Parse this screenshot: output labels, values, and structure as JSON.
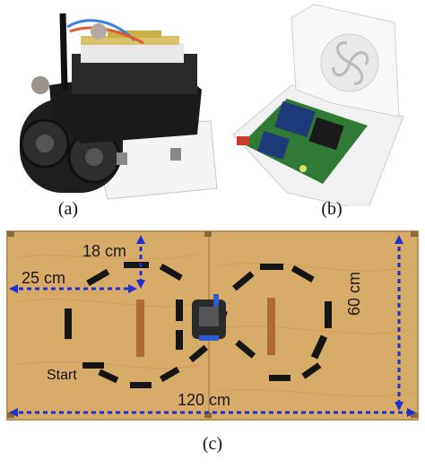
{
  "captions": {
    "a": "(a)",
    "b": "(b)",
    "c": "(c)"
  },
  "track": {
    "dim_width": "120 cm",
    "dim_height": "60 cm",
    "dim_offset_x": "25 cm",
    "dim_offset_y": "18 cm",
    "start_label": "Start"
  },
  "colors": {
    "board": "#d7ac68",
    "tape": "#151515",
    "dimension_arrow": "#1f2fd0",
    "copper_strip": "#b06a32"
  }
}
